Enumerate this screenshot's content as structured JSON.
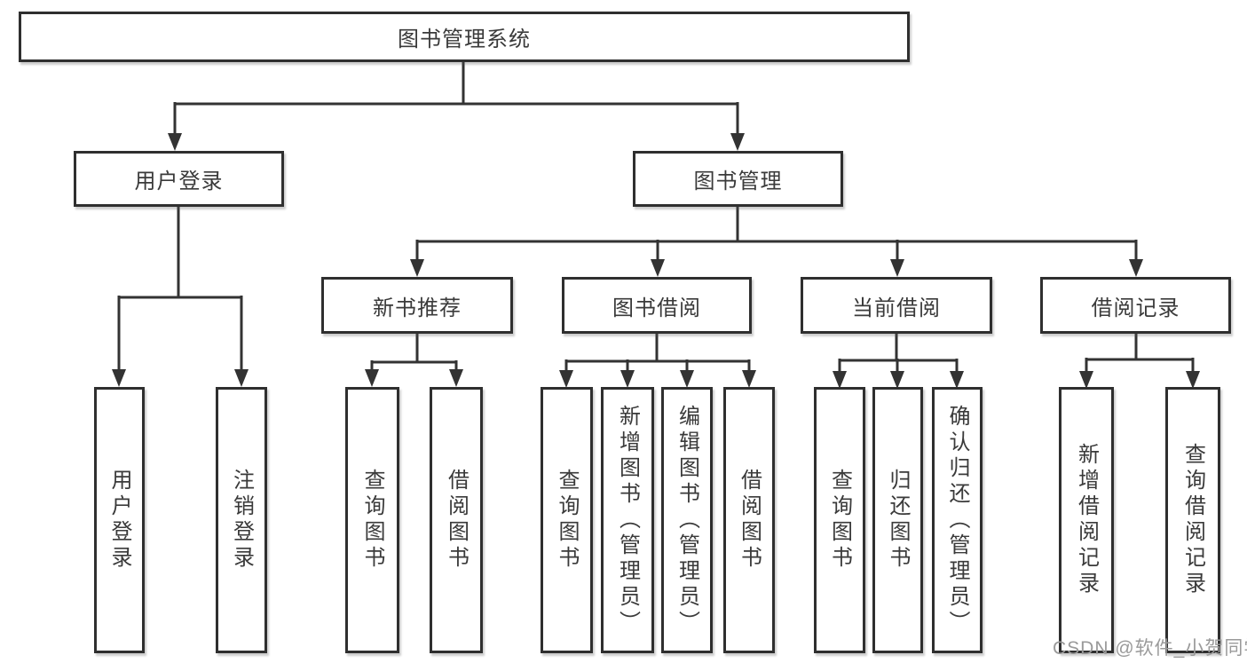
{
  "colors": {
    "box_border": "#2f2f2f",
    "connector_line": "#333333",
    "text": "#3a3a3a",
    "watermark": "#9a9a9a",
    "background": "#ffffff"
  },
  "nodes": {
    "root": "图书管理系统",
    "user_login": "用户登录",
    "book_mgmt": "图书管理",
    "new_book_rec": "新书推荐",
    "book_borrow": "图书借阅",
    "current_borrow": "当前借阅",
    "borrow_records": "借阅记录",
    "leaf_user_login": "用户登录",
    "leaf_logout": "注销登录",
    "leaf_query_books_a": "查询图书",
    "leaf_borrow_books_a": "借阅图书",
    "leaf_query_books_b": "查询图书",
    "leaf_add_books": "新增图书（管理员）",
    "leaf_edit_books": "编辑图书（管理员）",
    "leaf_borrow_books_b": "借阅图书",
    "leaf_query_books_c": "查询图书",
    "leaf_return_books": "归还图书",
    "leaf_confirm_return": "确认归还（管理员）",
    "leaf_add_borrow_record": "新增借阅记录",
    "leaf_query_borrow_record": "查询借阅记录"
  },
  "hierarchy": {
    "图书管理系统": [
      "用户登录",
      "图书管理"
    ],
    "用户登录": [
      "用户登录",
      "注销登录"
    ],
    "图书管理": [
      "新书推荐",
      "图书借阅",
      "当前借阅",
      "借阅记录"
    ],
    "新书推荐": [
      "查询图书",
      "借阅图书"
    ],
    "图书借阅": [
      "查询图书",
      "新增图书（管理员）",
      "编辑图书（管理员）",
      "借阅图书"
    ],
    "当前借阅": [
      "查询图书",
      "归还图书",
      "确认归还（管理员）"
    ],
    "借阅记录": [
      "新增借阅记录",
      "查询借阅记录"
    ]
  },
  "watermark": {
    "text": "CSDN @软件_小贺同学"
  }
}
